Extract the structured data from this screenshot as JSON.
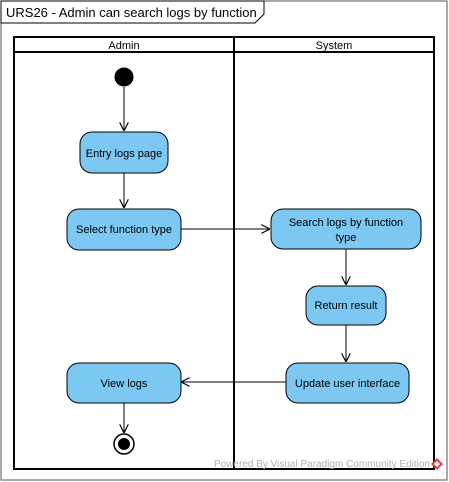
{
  "frame": {
    "title": "URS26 - Admin can search logs by function"
  },
  "swimlanes": [
    {
      "id": "admin",
      "label": "Admin"
    },
    {
      "id": "system",
      "label": "System"
    }
  ],
  "actions": {
    "entry_logs_page": "Entry logs page",
    "select_function_type": "Select function type",
    "search_logs_line1": "Search logs by function",
    "search_logs_line2": "type",
    "return_result": "Return result",
    "update_user_interface": "Update user interface",
    "view_logs": "View logs"
  },
  "watermark": "Powered By Visual Paradigm Community Edition",
  "colors": {
    "action_fill": "#7cc8f2",
    "stroke": "#000000",
    "watermark_text": "#b0b0b0",
    "watermark_icon": "#e0404a"
  }
}
